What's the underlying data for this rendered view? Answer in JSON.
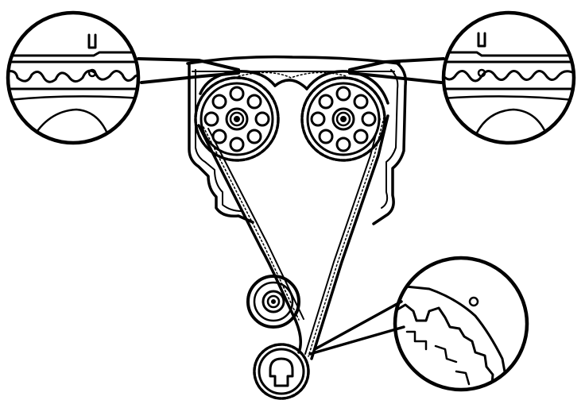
{
  "colors": {
    "ink": "#000000",
    "paper": "#ffffff"
  },
  "components": {
    "camshaft_sprockets": 2,
    "crankshaft_sprockets": 1,
    "tensioner_pulleys": 1,
    "detail_magnifiers": 3
  }
}
